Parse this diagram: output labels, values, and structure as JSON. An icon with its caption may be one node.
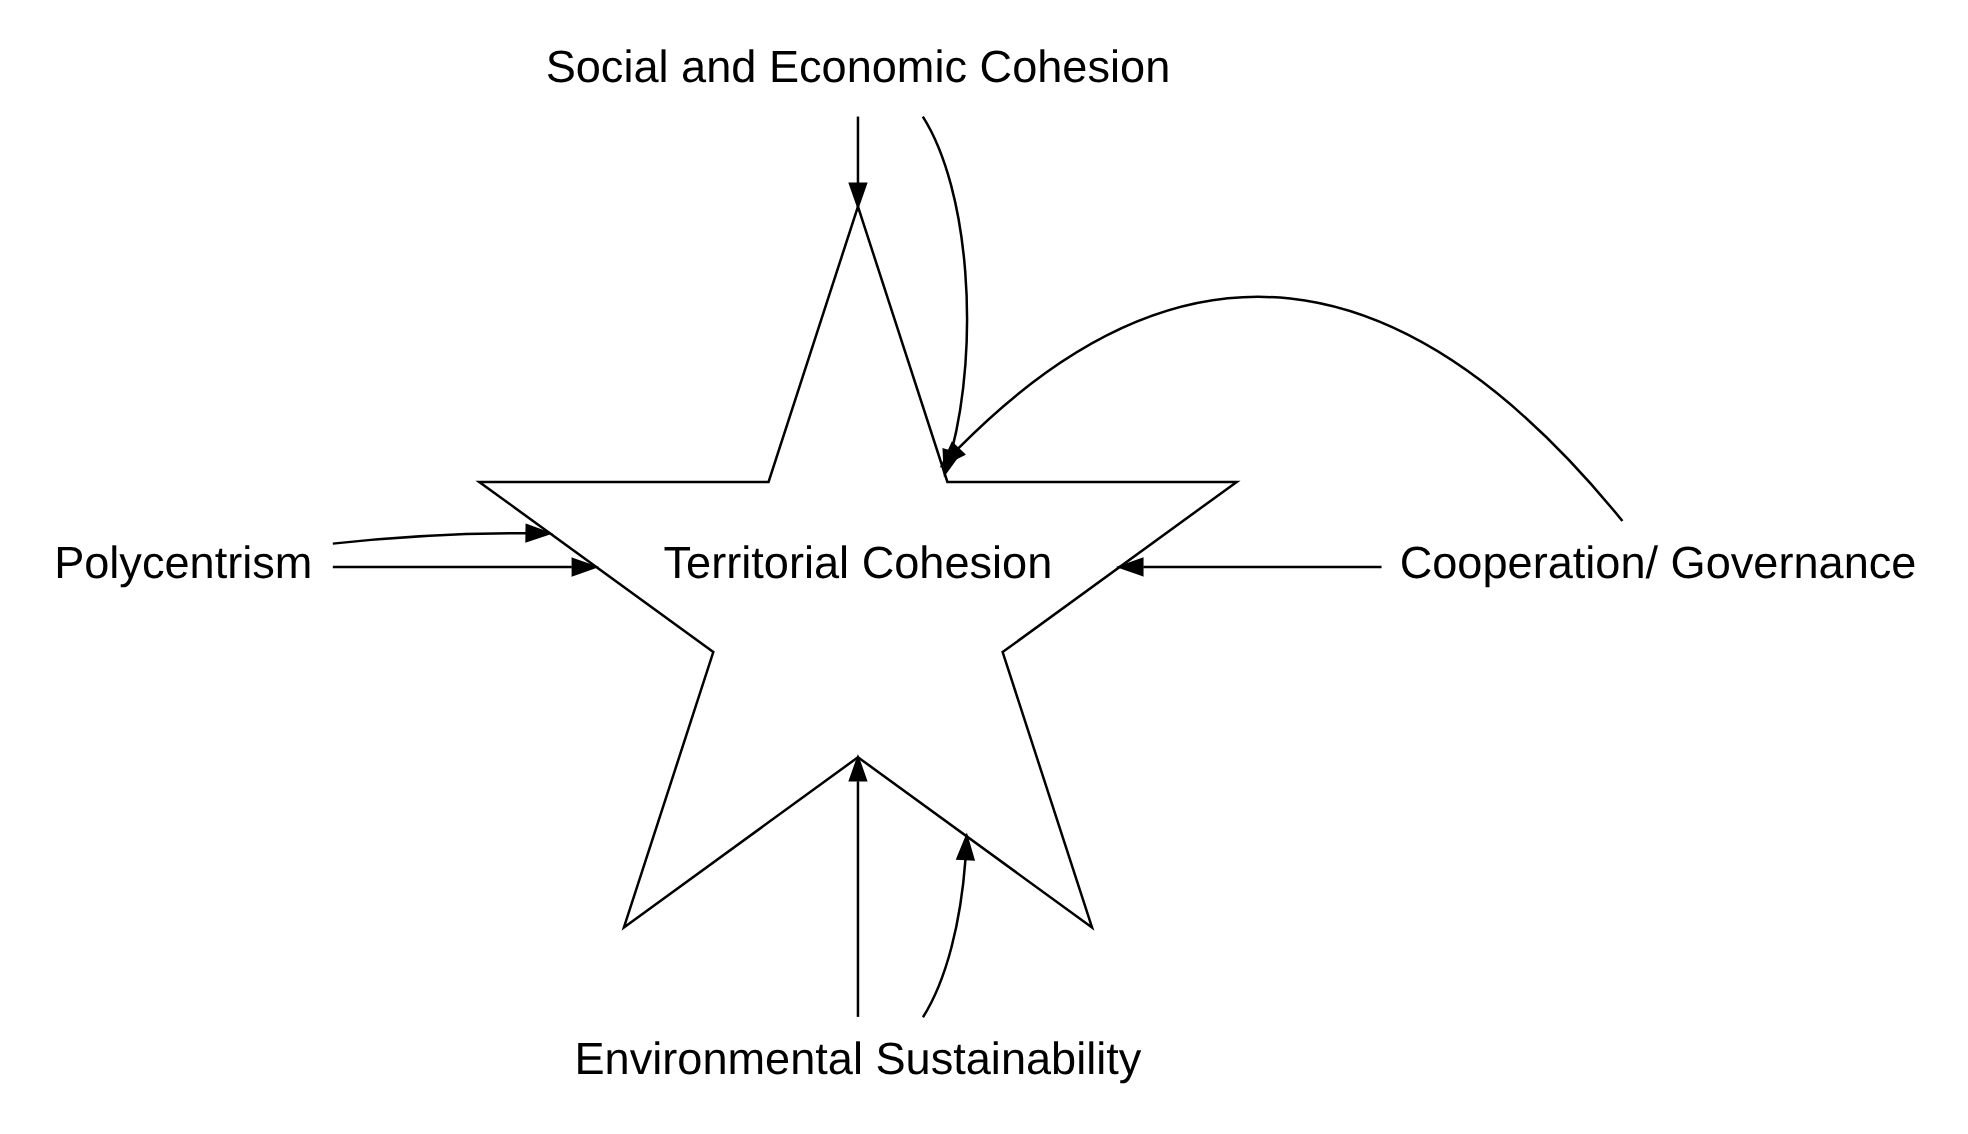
{
  "diagram": {
    "nodes": [
      {
        "text": [
          "Social and Economic Cohesion"
        ]
      },
      {
        "text": [
          "Polycentrism"
        ]
      },
      {
        "text": [
          "Territorial Cohesion"
        ]
      },
      {
        "text": [
          "Cooperation/ Governance"
        ]
      },
      {
        "text": [
          "Environmental Sustainability"
        ]
      }
    ],
    "edges": [
      {
        "from": 0,
        "to": 2,
        "arrow": "to"
      },
      {
        "from": 0,
        "to": 2,
        "arrow": "to"
      },
      {
        "from": 1,
        "to": 2,
        "arrow": "to"
      },
      {
        "from": 1,
        "to": 2,
        "arrow": "to"
      },
      {
        "from": 3,
        "to": 2,
        "arrow": "to"
      },
      {
        "from": 3,
        "to": 2,
        "arrow": "to"
      },
      {
        "from": 4,
        "to": 2,
        "arrow": "to"
      },
      {
        "from": 4,
        "to": 2,
        "arrow": "to"
      }
    ]
  }
}
